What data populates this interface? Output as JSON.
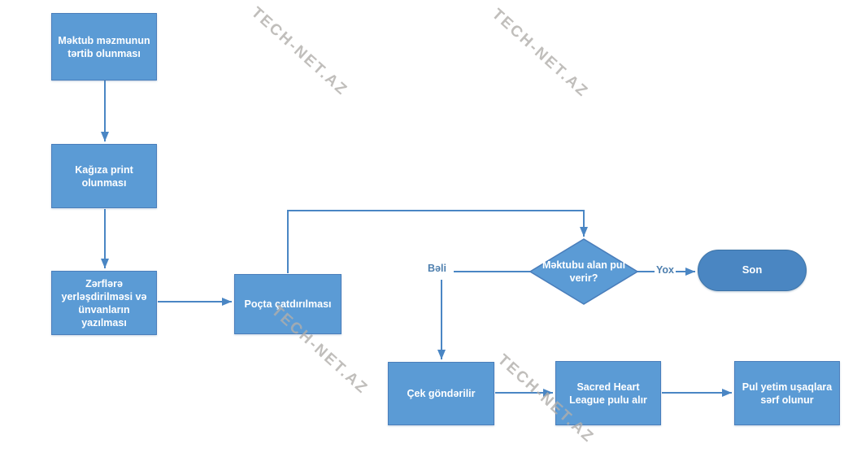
{
  "watermark": {
    "text": "TECH-NET.AZ",
    "color": "#b1aeab"
  },
  "flowchart": {
    "nodes": [
      {
        "id": "compose",
        "type": "process",
        "label": "Məktub məzmunun tərtib olunması"
      },
      {
        "id": "print",
        "type": "process",
        "label": "Kağıza print olunması"
      },
      {
        "id": "envelope",
        "type": "process",
        "label": "Zərflərə yerləşdirilməsi və ünvanların yazılması"
      },
      {
        "id": "post",
        "type": "process",
        "label": "Poçta çatdırılması"
      },
      {
        "id": "decision",
        "type": "decision",
        "label": "Məktubu alan pul verir?"
      },
      {
        "id": "end",
        "type": "terminator",
        "label": "Son"
      },
      {
        "id": "check",
        "type": "process",
        "label": "Çek göndərilir"
      },
      {
        "id": "league",
        "type": "process",
        "label": "Sacred Heart League pulu alır"
      },
      {
        "id": "orphans",
        "type": "process",
        "label": "Pul yetim uşaqlara sərf olunur"
      }
    ],
    "edge_labels": {
      "yes": "Bəli",
      "no": "Yox"
    },
    "colors": {
      "process_fill": "#5b9bd5",
      "process_border": "#4a7ebb",
      "terminator_fill": "#4a86c2",
      "terminator_border": "#3d73a6",
      "connector": "#4a86c4",
      "node_text": "#ffffff",
      "edge_label_text": "#4e7fae"
    }
  }
}
